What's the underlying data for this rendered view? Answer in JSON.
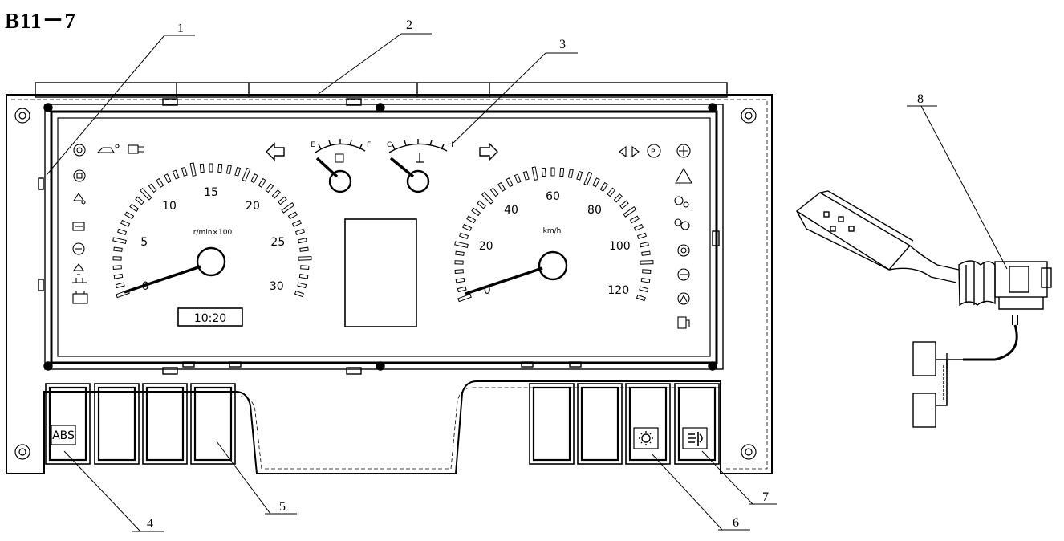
{
  "title": "B11－7",
  "callouts": [
    "1",
    "2",
    "3",
    "4",
    "5",
    "6",
    "7",
    "8"
  ],
  "tachometer": {
    "ticks": [
      "0",
      "5",
      "10",
      "15",
      "20",
      "25",
      "30"
    ],
    "unit": "r/min×100"
  },
  "speedometer": {
    "ticks": [
      "0",
      "20",
      "40",
      "60",
      "80",
      "100",
      "120"
    ],
    "unit": "km/h"
  },
  "fuel_gauge": {
    "empty": "E",
    "full": "F"
  },
  "temp_gauge": {
    "cold": "C",
    "hot": "H"
  },
  "clock": "10:20",
  "abs_label": "ABS",
  "icons": [
    "turn-left-arrow",
    "turn-right-arrow",
    "fuel-pump",
    "thermometer",
    "warning-triangle",
    "parking-brake",
    "oil-can",
    "battery",
    "high-beam",
    "fog-light",
    "hazard"
  ]
}
